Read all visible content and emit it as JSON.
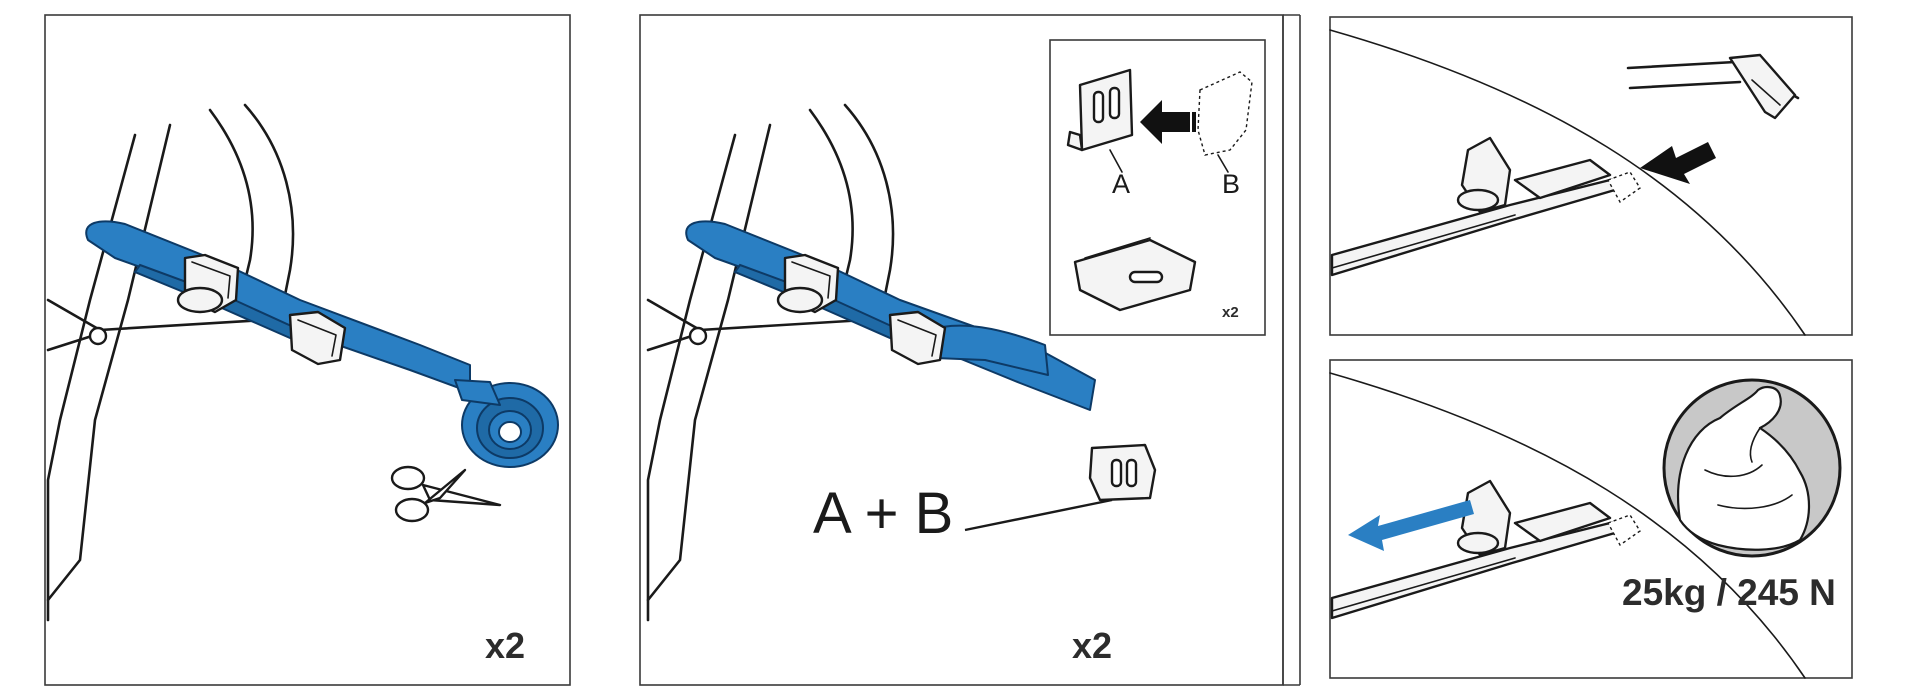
{
  "panels": [
    {
      "multiplier": "x2"
    },
    {
      "multiplier": "x2",
      "inset": {
        "label_a": "A",
        "label_b": "B",
        "multiplier": "x2"
      },
      "callout": "A + B"
    },
    {},
    {
      "load": "25kg / 245 N"
    }
  ],
  "colors": {
    "strap": "#2a7fc3",
    "ink": "#1a1a1a",
    "arrow_pull": "#2a7fc3",
    "badge_bg": "#c8c8c8"
  },
  "icons": [
    "scissors-icon",
    "arrow-icon",
    "muscle-arm-icon"
  ]
}
